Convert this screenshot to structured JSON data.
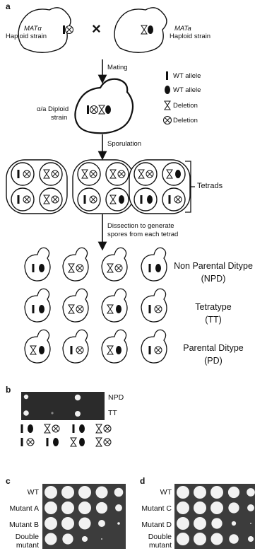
{
  "panel_a": {
    "letter": "a",
    "parent_left": {
      "mating": "MATα",
      "label": "Haploid strain"
    },
    "parent_right": {
      "mating": "MATa",
      "label": "Haploid strain"
    },
    "cross_symbol": "×",
    "step_mating": "Mating",
    "diploid": {
      "line1": "α/a Diploid",
      "line2": "strain"
    },
    "step_sporulation": "Sporulation",
    "tetrads_label": "Tetrads",
    "step_dissection": {
      "line1": "Dissection to generate",
      "line2": "spores from each tetrad"
    },
    "legend": [
      {
        "icon": "wt-bar-allele-icon",
        "label": "WT allele"
      },
      {
        "icon": "wt-oval-allele-icon",
        "label": "WT allele"
      },
      {
        "icon": "deletion-bowtie-icon",
        "label": "Deletion"
      },
      {
        "icon": "deletion-x-circle-icon",
        "label": "Deletion"
      }
    ],
    "spore_rows": [
      {
        "name": "Non Parental Ditype",
        "abbr": "(NPD)"
      },
      {
        "name": "Tetratype",
        "abbr": "(TT)"
      },
      {
        "name": "Parental Ditype",
        "abbr": "(PD)"
      }
    ]
  },
  "panel_b": {
    "letter": "b",
    "rows": [
      {
        "label": "NPD"
      },
      {
        "label": "TT"
      }
    ]
  },
  "panel_c": {
    "letter": "c",
    "rows": [
      "WT",
      "Mutant A",
      "Mutant B",
      "Double mutant"
    ]
  },
  "panel_d": {
    "letter": "d",
    "rows": [
      "WT",
      "Mutant C",
      "Mutant D",
      "Double mutant"
    ]
  },
  "colors": {
    "plate_bg": "#3c3c3c",
    "colony": "#f2f2f2",
    "line": "#111111"
  }
}
